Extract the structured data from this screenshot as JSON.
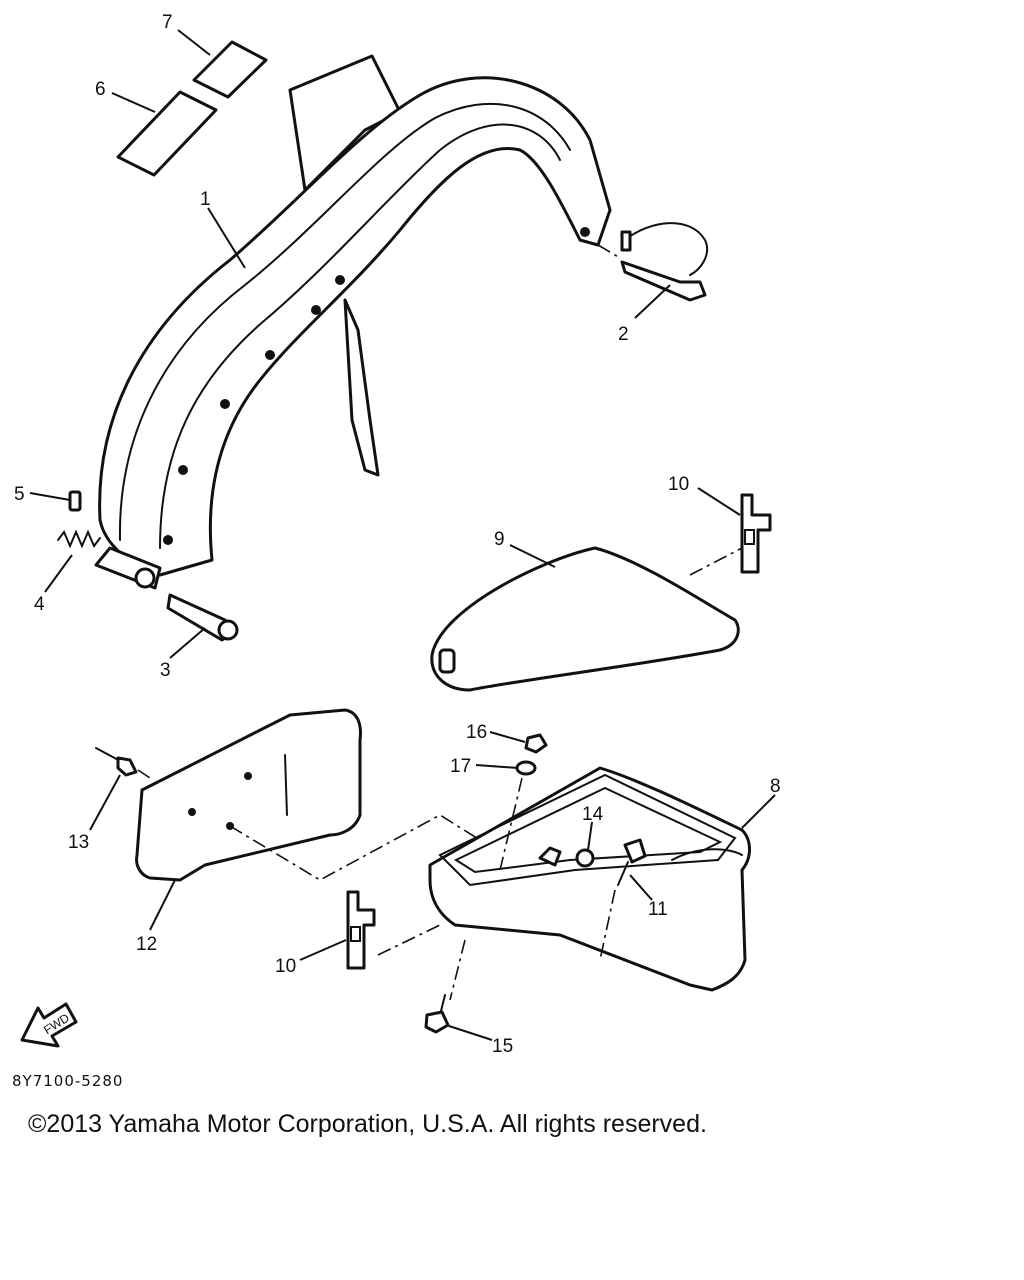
{
  "callouts": [
    {
      "id": "1",
      "label": "1"
    },
    {
      "id": "2",
      "label": "2"
    },
    {
      "id": "3",
      "label": "3"
    },
    {
      "id": "4",
      "label": "4"
    },
    {
      "id": "5",
      "label": "5"
    },
    {
      "id": "6",
      "label": "6"
    },
    {
      "id": "7",
      "label": "7"
    },
    {
      "id": "8",
      "label": "8"
    },
    {
      "id": "9",
      "label": "9"
    },
    {
      "id": "10a",
      "label": "10"
    },
    {
      "id": "10b",
      "label": "10"
    },
    {
      "id": "11",
      "label": "11"
    },
    {
      "id": "12",
      "label": "12"
    },
    {
      "id": "13",
      "label": "13"
    },
    {
      "id": "14",
      "label": "14"
    },
    {
      "id": "15",
      "label": "15"
    },
    {
      "id": "16",
      "label": "16"
    },
    {
      "id": "17",
      "label": "17"
    }
  ],
  "fwd_label": "FWD",
  "ref_code": "8Y7100-5280",
  "copyright": "©2013 Yamaha Motor Corporation, U.S.A. All rights reserved."
}
